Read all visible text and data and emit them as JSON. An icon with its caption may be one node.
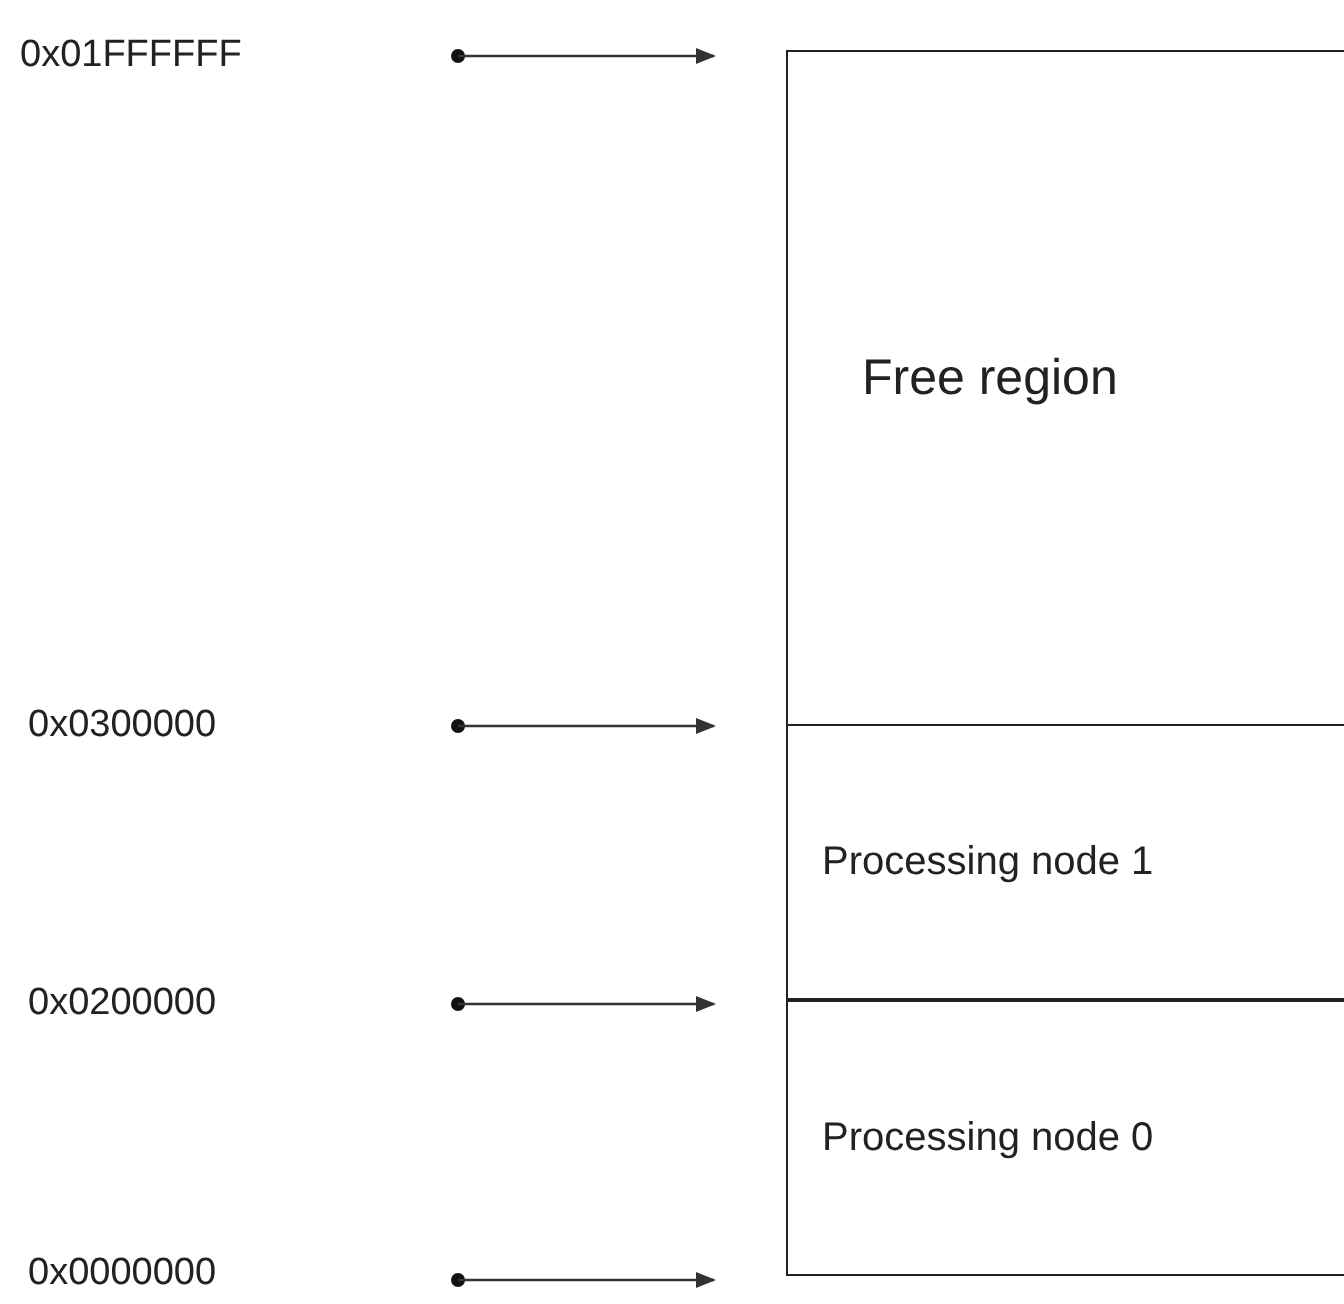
{
  "diagram": {
    "nodes": [
      {
        "text": [
          "0x01FFFFFF"
        ]
      },
      {
        "text": [
          "0x0300000"
        ]
      },
      {
        "text": [
          "0x0200000"
        ]
      },
      {
        "text": [
          "0x0000000"
        ]
      },
      {
        "text": [
          "Free region"
        ]
      },
      {
        "text": [
          "Processing node 1"
        ]
      },
      {
        "text": [
          "Processing node 0"
        ]
      }
    ]
  }
}
